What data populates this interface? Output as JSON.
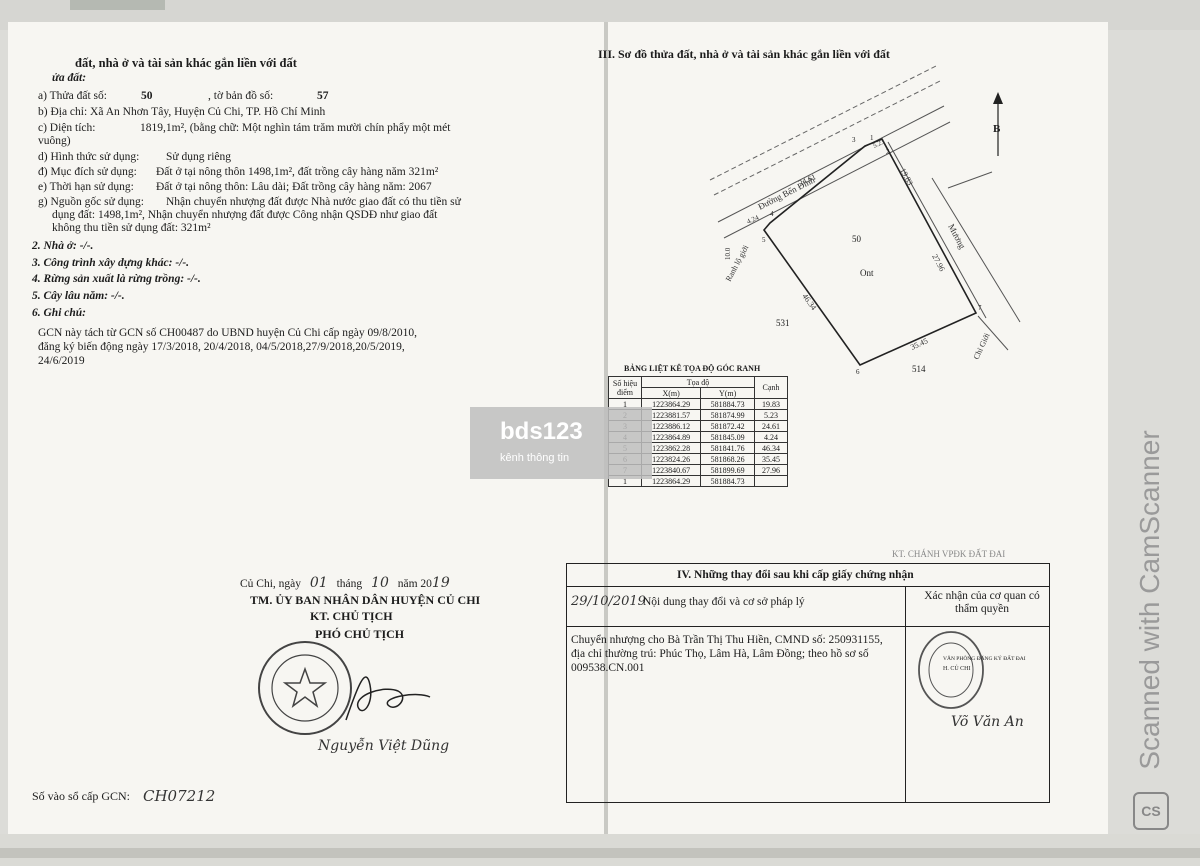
{
  "left": {
    "heading": "đất, nhà ở và tài sản khác gắn liền với đất",
    "sub_heading": "ửa đất:",
    "a_label": "a) Thửa đất số:",
    "a_value": "50",
    "map_label": ", tờ bản đồ số:",
    "map_value": "57",
    "b_line": "b) Địa chỉ:  Xã An Nhơn Tây, Huyện Củ Chi, TP. Hồ Chí Minh",
    "c_label": "c) Diện tích:",
    "c_value": "1819,1m², (bằng chữ: Một nghìn tám trăm mười chín phẩy một mét",
    "c_cont": "vuông)",
    "d_label": "d) Hình thức sử dụng:",
    "d_value": "Sử dụng riêng",
    "dd_label": "đ) Mục đích sử dụng:",
    "dd_value": "Đất ở tại nông thôn 1498,1m², đất trồng cây hàng năm 321m²",
    "e_label": "e) Thời hạn sử dụng:",
    "e_value": "Đất ở tại nông thôn: Lâu dài; Đất trồng cây hàng năm: 2067",
    "g_label": "g) Nguồn gốc sử dụng:",
    "g_value": "Nhận chuyển nhượng đất được Nhà nước giao đất có thu tiền sử",
    "g_line2": "dụng đất: 1498,1m², Nhận chuyển nhượng đất được Công nhận QSDĐ như giao đất",
    "g_line3": "không thu tiền sử dụng đất: 321m²",
    "s2": "2. Nhà ở: -/-.",
    "s3": "3. Công trình xây dựng khác: -/-.",
    "s4": "4. Rừng sản xuất là rừng trồng: -/-.",
    "s5": "5. Cây lâu năm: -/-.",
    "s6": "6. Ghi chú:",
    "note1": "GCN này tách từ GCN số  CH00487 do UBND huyện Củ Chi cấp ngày 09/8/2010,",
    "note2": "đăng ký biến động ngày 17/3/2018,  20/4/2018, 04/5/2018,27/9/2018,20/5/2019,",
    "note3": "24/6/2019",
    "place_date_pre": "Củ Chi, ngày",
    "day": "01",
    "month_label": "tháng",
    "month": "10",
    "year_pre": "năm 20",
    "year": "19",
    "sign_org": "TM. ỦY BAN NHÂN DÂN HUYỆN CỦ CHI",
    "sign_kt": "KT. CHỦ TỊCH",
    "sign_title": "PHÓ CHỦ TỊCH",
    "signer": "Nguyễn Việt Dũng",
    "book_label": "Số vào sổ cấp GCN:",
    "book_value": "CH07212"
  },
  "right": {
    "heading": "III. Sơ đồ thửa đất, nhà ở và tài sản khác gắn liền với đất",
    "north": "B",
    "road": "Đường Bến Đình",
    "ditch": "Mương",
    "boundary": "Ranh lộ giới",
    "limit": "Chỉ Giới",
    "parcel_no": "50",
    "parcel_use": "Ont",
    "neighbors": [
      "531",
      "514"
    ],
    "edges": [
      "19.83",
      "5.23",
      "24.61",
      "4.24",
      "46.34",
      "35.45",
      "27.96",
      "10.0"
    ],
    "vertex_labels": [
      "1",
      "2",
      "3",
      "4",
      "5",
      "6",
      "7"
    ],
    "table_title": "BẢNG LIỆT KÊ TỌA ĐỘ GÓC RANH",
    "col_point": "Số hiệu điểm",
    "col_coord": "Tọa độ",
    "col_x": "X(m)",
    "col_y": "Y(m)",
    "col_edge": "Cạnh",
    "rows": [
      {
        "p": "1",
        "x": "1223864.29",
        "y": "581884.73",
        "e": "19.83"
      },
      {
        "p": "2",
        "x": "1223881.57",
        "y": "581874.99",
        "e": "5.23"
      },
      {
        "p": "3",
        "x": "1223886.12",
        "y": "581872.42",
        "e": "24.61"
      },
      {
        "p": "4",
        "x": "1223864.89",
        "y": "581845.09",
        "e": "4.24"
      },
      {
        "p": "5",
        "x": "1223862.28",
        "y": "581841.76",
        "e": "46.34"
      },
      {
        "p": "6",
        "x": "1223824.26",
        "y": "581868.26",
        "e": "35.45"
      },
      {
        "p": "7",
        "x": "1223840.67",
        "y": "581899.69",
        "e": "27.96"
      },
      {
        "p": "1",
        "x": "1223864.29",
        "y": "581884.73",
        "e": ""
      }
    ],
    "changes_title": "IV. Những thay đổi sau khi cấp giấy chứng nhận",
    "changes_date": "29/10/2019",
    "changes_col": "Nội dung thay đổi và cơ sở pháp lý",
    "changes_confirm": "Xác nhận của cơ quan có thẩm quyền",
    "changes_line1": "Chuyển nhượng cho Bà Trần Thị Thu Hiền, CMND số: 250931155,",
    "changes_line2": "địa chỉ thường trú: Phúc Thọ,  Lâm Hà, Lâm Đồng; theo hồ sơ số",
    "changes_line3": "009538.CN.001",
    "changes_signer": "Võ Văn An",
    "stamp_header": "KT. CHÁNH VPĐK ĐẤT ĐAI",
    "stamp_text": "VĂN PHÒNG ĐĂNG KÝ ĐẤT ĐAI",
    "stamp_place": "H. CỦ CHI"
  },
  "watermark": {
    "title": "bds123",
    "subtitle": "kênh thông tin"
  },
  "scanner": {
    "text": "Scanned with CamScanner",
    "logo": "CS"
  }
}
